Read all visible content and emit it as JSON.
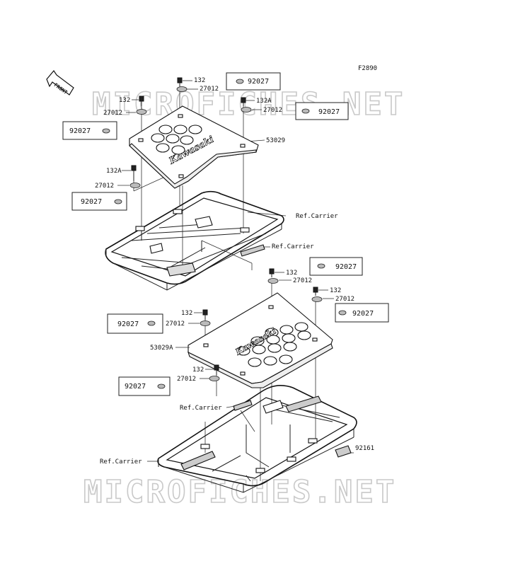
{
  "diagram_code": "F2890",
  "watermark": "MICROFICHES.NET",
  "front_indicator": "FRONT",
  "brand_text": "Kawasaki",
  "callouts": {
    "c132_a": "132",
    "c27012_a": "27012",
    "c132_b": "132",
    "c27012_b": "27012",
    "c92027_top": "92027",
    "c132A_a": "132A",
    "c27012_c": "27012",
    "c92027_tr": "92027",
    "c92027_left": "92027",
    "c53029": "53029",
    "c132A_b": "132A",
    "c27012_d": "27012",
    "c92027_l2": "92027",
    "ref_carrier_1": "Ref.Carrier",
    "ref_carrier_2": "Ref.Carrier",
    "c92027_r3": "92027",
    "c132_c": "132",
    "c27012_e": "27012",
    "c132_d": "132",
    "c27012_f": "27012",
    "c92027_r4": "92027",
    "c132_e": "132",
    "c27012_g": "27012",
    "c92027_l3": "92027",
    "c53029A": "53029A",
    "c132_f": "132",
    "c27012_h": "27012",
    "c92027_l4": "92027",
    "ref_carrier_3": "Ref.Carrier",
    "c92161": "92161",
    "ref_carrier_4": "Ref.Carrier"
  }
}
